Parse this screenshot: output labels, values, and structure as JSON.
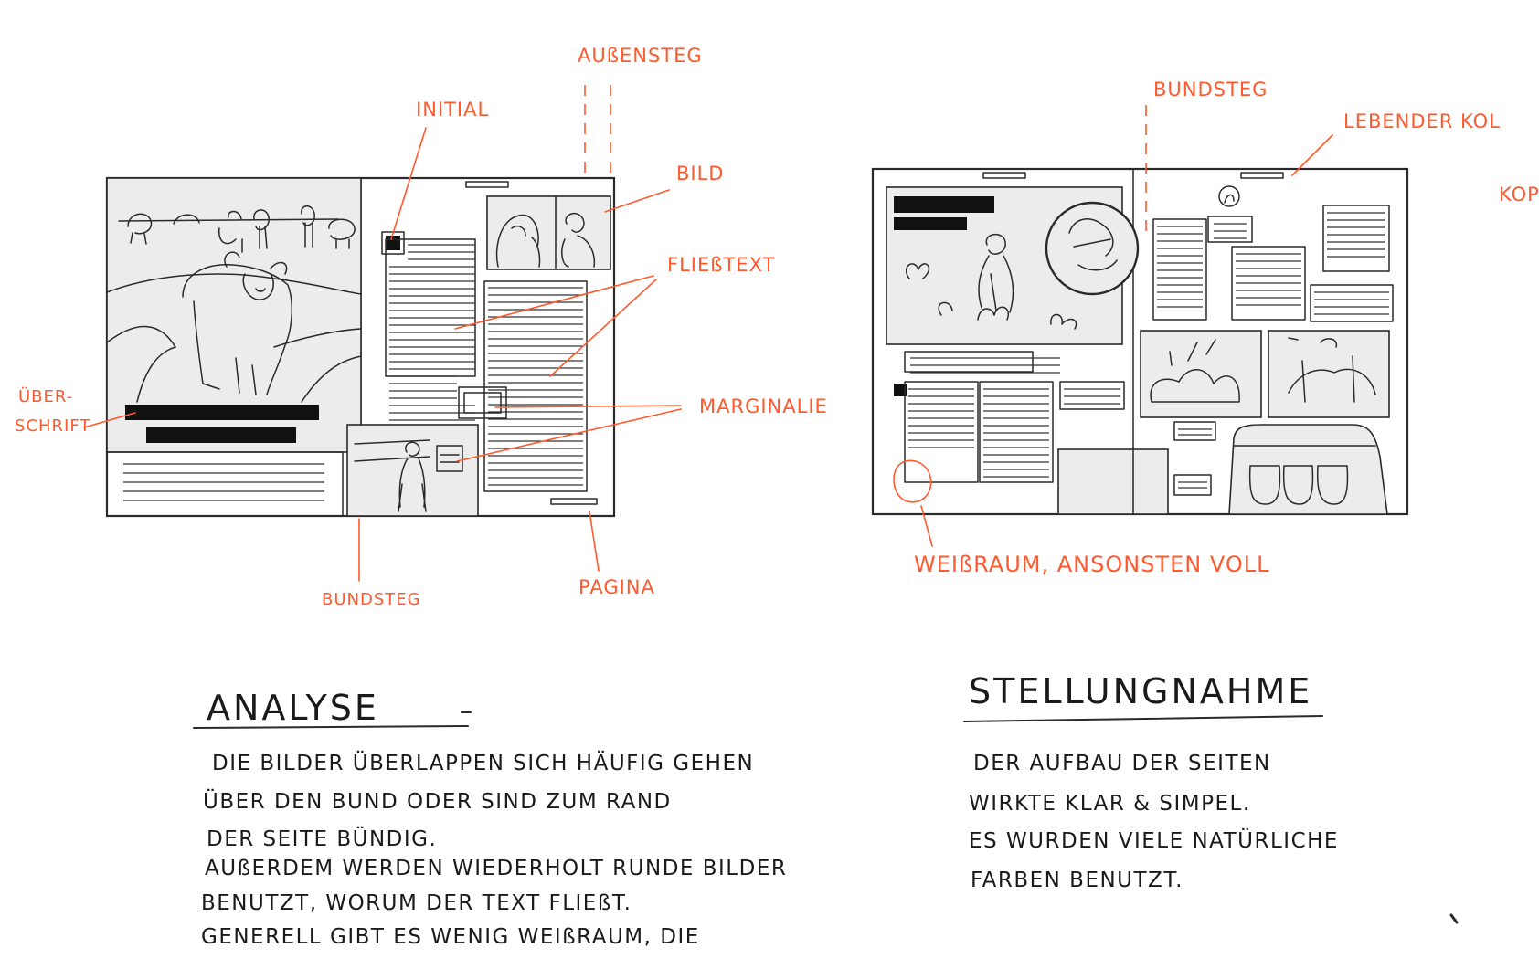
{
  "annotations": {
    "aussensteg": "AUßENSTEG",
    "initial": "INITIAL",
    "bild": "BILD",
    "fliesstext": "FLIEßTEXT",
    "marginalie": "MARGINALIE",
    "ueberschrift_1": "ÜBER-",
    "ueberschrift_2": "SCHRIFT",
    "bundsteg_left": "BUNDSTEG",
    "pagina": "PAGINA",
    "bundsteg_right": "BUNDSTEG",
    "lebender": "LEBENDER KOL",
    "kop": "KOP",
    "weissraum": "WEIßRAUM, ANSONSTEN VOLL"
  },
  "analyse": {
    "title": "ANALYSE",
    "lines": [
      "DIE BILDER ÜBERLAPPEN SICH HÄUFIG GEHEN",
      "ÜBER DEN BUND ODER SIND ZUM RAND",
      "DER SEITE BÜNDIG.",
      "AUßERDEM WERDEN WIEDERHOLT RUNDE BILDER",
      "BENUTZT, WORUM DER TEXT FLIEßT.",
      "GENERELL GIBT ES WENIG WEIßRAUM, DIE"
    ]
  },
  "stellungnahme": {
    "title": "STELLUNGNAHME",
    "lines": [
      "DER AUFBAU DER SEITEN",
      "WIRKTE KLAR & SIMPEL.",
      "ES WURDEN VIELE NATÜRLICHE",
      "FARBEN BENUTZT."
    ]
  },
  "colors": {
    "annotation": "#ff5a2e",
    "ink": "#1a1a1a",
    "panel": "#ececec"
  }
}
